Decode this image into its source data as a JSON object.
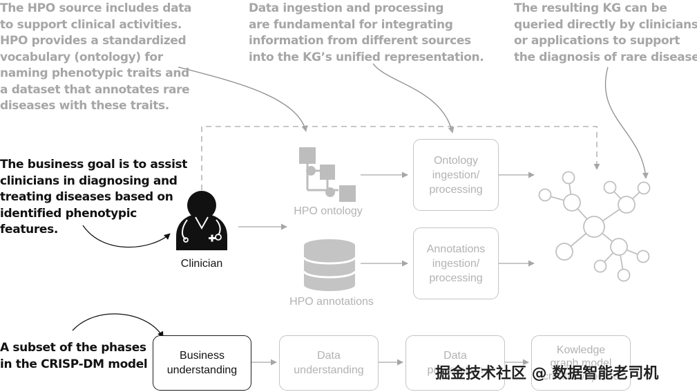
{
  "annotations": {
    "hpo_source": [
      "The HPO source includes data",
      "to support clinical activities.",
      "HPO provides a standardized",
      "vocabulary (ontology) for",
      "naming phenotypic traits and",
      "a dataset that annotates rare",
      "diseases with these traits."
    ],
    "ingestion": [
      "Data ingestion and processing",
      "are fundamental for integrating",
      "information from different sources",
      "into the KG’s unified representation."
    ],
    "kg_query": [
      "The resulting KG can be",
      "queried directly by clinicians",
      "or applications to support",
      "the diagnosis of rare diseases."
    ],
    "business_goal": [
      "The business goal is to assist",
      "clinicians in diagnosing and",
      "treating diseases based on",
      "identified phenotypic",
      "features."
    ],
    "crisp_dm": [
      "A subset of the phases",
      "in the CRISP-DM model"
    ]
  },
  "nodes": {
    "clinician": "Clinician",
    "hpo_ontology": "HPO ontology",
    "hpo_annotations": "HPO annotations",
    "ontology_processing": [
      "Ontology",
      "ingestion/",
      "processing"
    ],
    "annotations_processing": [
      "Annotations",
      "ingestion/",
      "processing"
    ]
  },
  "phases": {
    "business": [
      "Business",
      "understanding"
    ],
    "data_understanding": [
      "Data",
      "understanding"
    ],
    "data_prep": [
      "Data",
      "preparation"
    ],
    "kg_creation": [
      "Kowledge",
      "graph model",
      "creation/update"
    ]
  },
  "watermark": "掘金技术社区 @ 数据智能老司机",
  "colors": {
    "muted_text": "#a6a6a6",
    "muted_line": "#c4c4c4",
    "dark": "#111111",
    "background": "#ffffff"
  },
  "icons": [
    "clinician-icon",
    "ontology-tree-icon",
    "database-icon",
    "knowledge-graph-icon"
  ]
}
